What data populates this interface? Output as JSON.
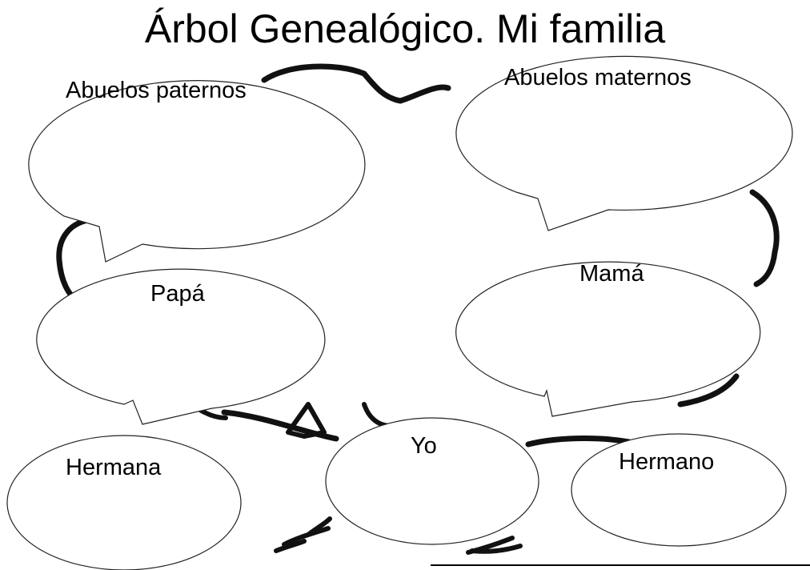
{
  "title": "Árbol Genealógico. Mi familia",
  "bubbles": {
    "abuelos_paternos": "Abuelos paternos",
    "abuelos_maternos": "Abuelos maternos",
    "papa": "Papá",
    "mama": "Mamá",
    "yo": "Yo",
    "hermana": "Hermana",
    "hermano": "Hermano"
  }
}
